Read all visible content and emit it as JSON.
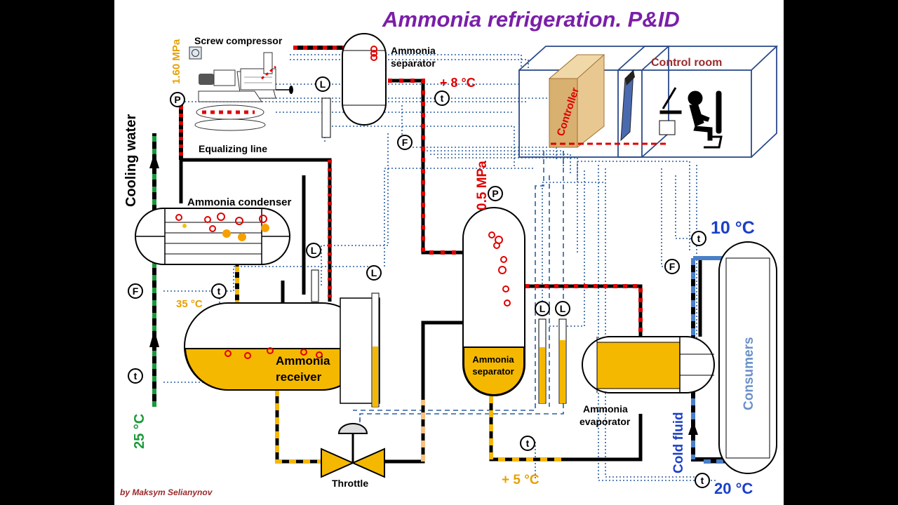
{
  "title": "Ammonia refrigeration. P&ID",
  "author": "by Maksym Selianynov",
  "labels": {
    "screw_compressor": "Screw compressor",
    "ammonia_separator_top_1": "Ammonia",
    "ammonia_separator_top_2": "separator",
    "control_room": "Control room",
    "controller": "Controller",
    "equalizing_line": "Equalizing line",
    "ammonia_condenser": "Ammonia condenser",
    "ammonia_receiver_1": "Ammonia",
    "ammonia_receiver_2": "receiver",
    "ammonia_separator_mid_1": "Ammonia",
    "ammonia_separator_mid_2": "separator",
    "ammonia_evaporator_1": "Ammonia",
    "ammonia_evaporator_2": "evaporator",
    "throttle": "Throttle",
    "consumers": "Consumers",
    "cold_fluid": "Cold fluid",
    "cooling_water": "Cooling water"
  },
  "readings": {
    "pressure_high": "1.60 MPa",
    "pressure_low": "0.5 MPa",
    "temp_after_sep": "+ 8 °C",
    "temp_condensate": "35 °C",
    "temp_cooling_water": "25 °C",
    "temp_evap_out": "+ 5 °C",
    "temp_cold_in": "10 °C",
    "temp_cold_out": "20 °C"
  },
  "instruments": {
    "P": "P",
    "L": "L",
    "F": "F",
    "t": "t"
  },
  "colors": {
    "title": "#7a1fa8",
    "liquid": "#f5b800",
    "gas_line": "#e00000",
    "water": "#1a9a3a",
    "cold_fluid": "#4a7fc8",
    "signal": "#2a5fa0",
    "control_room": "#9b2a2a",
    "readout_red": "#e00000",
    "readout_orange": "#e8a000",
    "readout_blue": "#1a3fc8"
  }
}
